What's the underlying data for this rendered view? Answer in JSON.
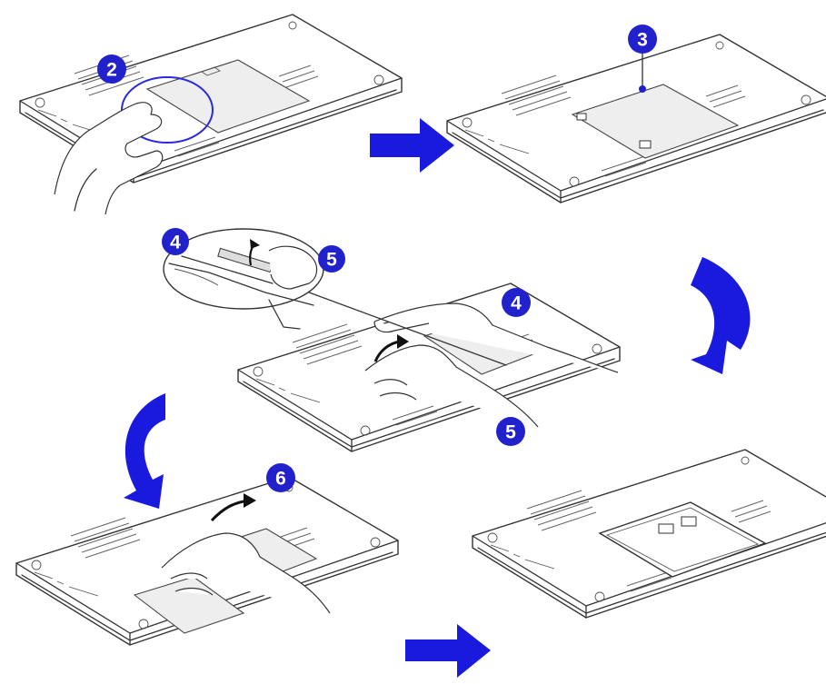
{
  "colors": {
    "accent": "#1a1adf",
    "badge": "#2222cc",
    "line": "#333333"
  },
  "steps": [
    {
      "label": "2"
    },
    {
      "label": "3"
    },
    {
      "label": "4"
    },
    {
      "label": "5"
    },
    {
      "label": "4"
    },
    {
      "label": "5"
    },
    {
      "label": "6"
    }
  ],
  "icons": [
    "arrow-right-icon",
    "rotate-clockwise-icon",
    "rotate-counterclockwise-icon"
  ]
}
